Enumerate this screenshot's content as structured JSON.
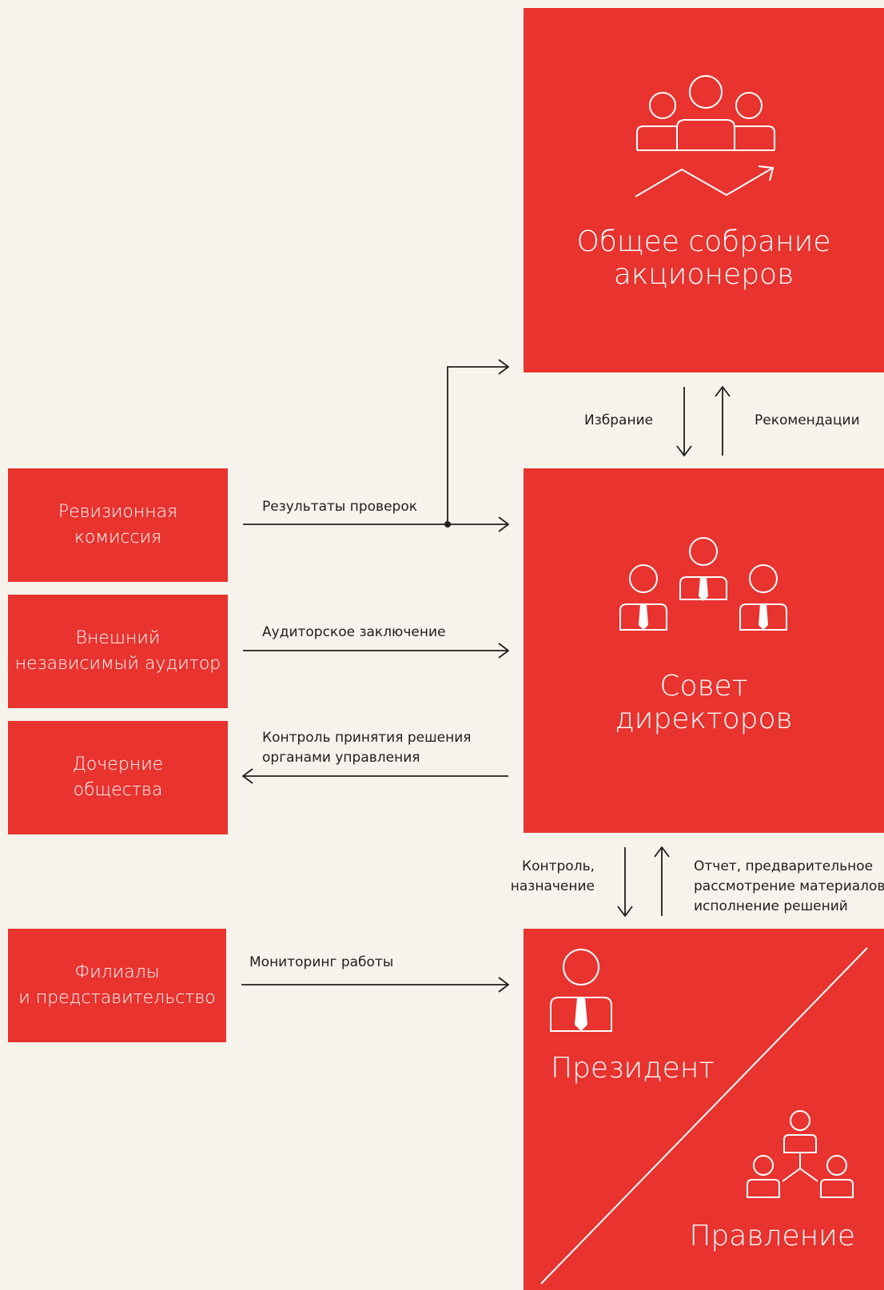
{
  "colors": {
    "background": "#f6f2ec",
    "accent": "#e8332f",
    "arrow": "#1f1f1f"
  },
  "boxes": {
    "shareholders": {
      "line1": "Общее собрание",
      "line2": "акционеров",
      "icon": "shareholders-growth-icon"
    },
    "board": {
      "line1": "Совет",
      "line2": "директоров",
      "icon": "directors-icon"
    },
    "president": {
      "title": "Президент",
      "icon": "president-icon"
    },
    "management": {
      "title": "Правление",
      "icon": "management-hierarchy-icon"
    },
    "audit_commission": {
      "line1": "Ревизионная",
      "line2": "комиссия"
    },
    "external_auditor": {
      "line1": "Внешний",
      "line2": "независимый аудитор"
    },
    "subsidiaries": {
      "line1": "Дочерние",
      "line2": "общества"
    },
    "branches": {
      "line1": "Филиалы",
      "line2": "и представительство"
    }
  },
  "arrows": {
    "election": "Избрание",
    "recommendations": "Рекомендации",
    "audit_results": "Результаты проверок",
    "audit_report": "Аудиторское заключение",
    "control_line1": "Контроль принятия решения",
    "control_line2": "органами управления",
    "control_appoint_line1": "Контроль,",
    "control_appoint_line2": "назначение",
    "report_line1": "Отчет, предварительное",
    "report_line2": "рассмотрение материалов,",
    "report_line3": "исполнение решений",
    "monitoring": "Мониторинг работы"
  }
}
